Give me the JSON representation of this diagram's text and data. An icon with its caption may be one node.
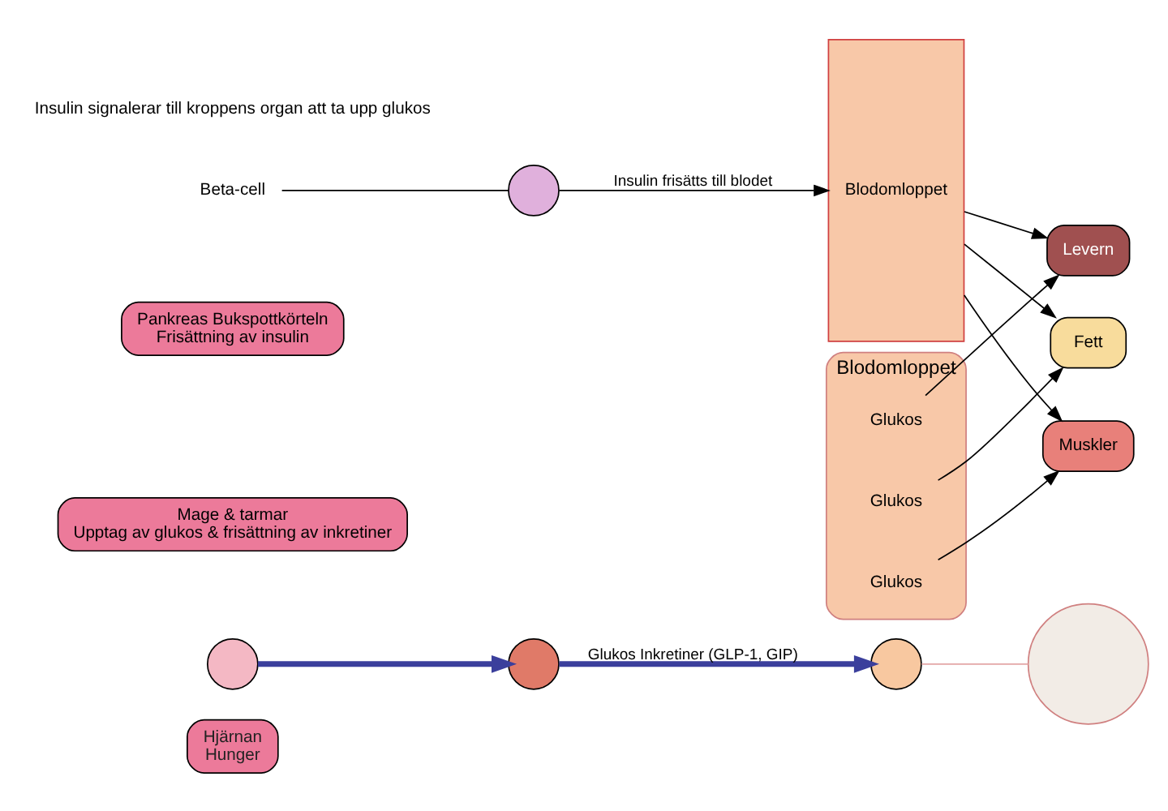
{
  "diagram": {
    "nodes": [
      {
        "text": [
          "Hjärnan",
          "Hunger"
        ]
      },
      {
        "text": [],
        "shape": "circle"
      },
      {
        "text": [],
        "shape": "circle"
      },
      {
        "text": [
          "Mage & tarmar",
          "Upptag av glukos & frisättning av inkretiner"
        ]
      },
      {
        "text": [],
        "shape": "circle"
      },
      {
        "text": [
          "Pankreas Bukspottkörteln",
          "Frisättning av insulin"
        ]
      },
      {
        "text": [],
        "shape": "circle"
      },
      {
        "text": [
          "Beta-cell"
        ]
      },
      {
        "text": [],
        "shape": "circle"
      },
      {
        "text": [
          "Blodomloppet"
        ]
      },
      {
        "text": [
          "Fett"
        ]
      },
      {
        "text": [
          "Levern"
        ]
      },
      {
        "text": [
          "Muskler"
        ]
      },
      {
        "text": [
          "Blodomloppet"
        ]
      },
      {
        "text": [
          "Glukos"
        ],
        "in": 13
      },
      {
        "text": [
          "Glukos"
        ],
        "in": 13
      },
      {
        "text": [
          "Glukos"
        ],
        "in": 13
      }
    ],
    "edges": [
      {
        "from": 1,
        "to": 2,
        "arrow": "to",
        "style": "thick",
        "color": "#3b3f9c"
      },
      {
        "from": 2,
        "to": 4,
        "arrow": "to",
        "label": "Glukos Inkretiner (GLP-1, GIP)",
        "style": "thick",
        "color": "#3b3f9c"
      },
      {
        "from": 4,
        "to": 6,
        "arrow": "none",
        "color": "#e3a6a6"
      },
      {
        "from": 7,
        "to": 8,
        "arrow": "none"
      },
      {
        "from": 8,
        "to": 9,
        "arrow": "to",
        "label": "Insulin frisätts till blodet"
      },
      {
        "from": 9,
        "to": 10,
        "arrow": "to"
      },
      {
        "from": 9,
        "to": 11,
        "arrow": "to"
      },
      {
        "from": 9,
        "to": 12,
        "arrow": "to"
      },
      {
        "from": 14,
        "to": 10,
        "arrow": "to"
      },
      {
        "from": 15,
        "to": 11,
        "arrow": "to"
      },
      {
        "from": 16,
        "to": 12,
        "arrow": "to"
      }
    ],
    "labels": [
      "Insulin signalerar till kroppens organ att ta upp glukos"
    ]
  }
}
